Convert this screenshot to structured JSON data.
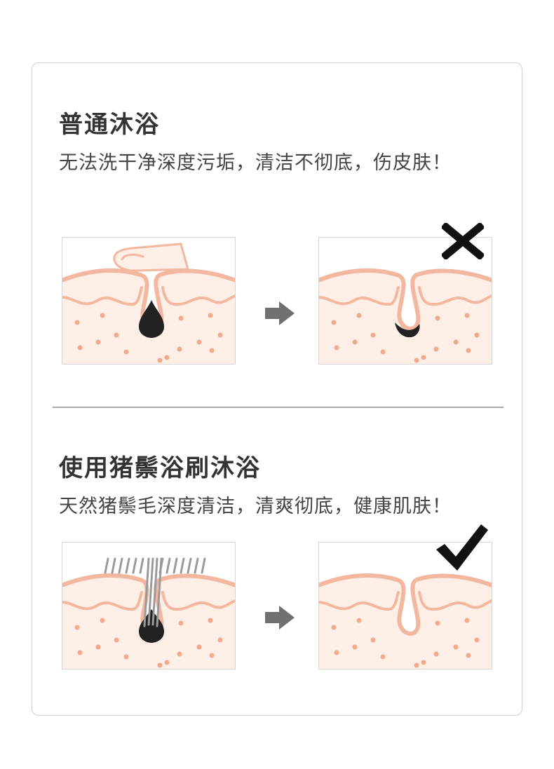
{
  "sections": [
    {
      "title": "普通沐浴",
      "subtitle": "无法洗干净深度污垢，清洁不彻底，伤皮肤！",
      "before_icon": "finger-on-clogged-pore",
      "after_icon": "partially-clogged-pore",
      "arrow_icon": "arrow-right-icon",
      "verdict_icon": "cross-icon"
    },
    {
      "title": "使用猪鬃浴刷沐浴",
      "subtitle": "天然猪鬃毛深度清洁，清爽彻底，健康肌肤！",
      "before_icon": "bristles-cleaning-pore",
      "after_icon": "clean-pore",
      "arrow_icon": "arrow-right-icon",
      "verdict_icon": "checkmark-icon"
    }
  ],
  "colors": {
    "skin_fill": "#fdeee6",
    "skin_line": "#f3b79f",
    "dot": "#f2a98c",
    "dirt": "#222222",
    "arrow": "#707070",
    "mark": "#111111"
  }
}
